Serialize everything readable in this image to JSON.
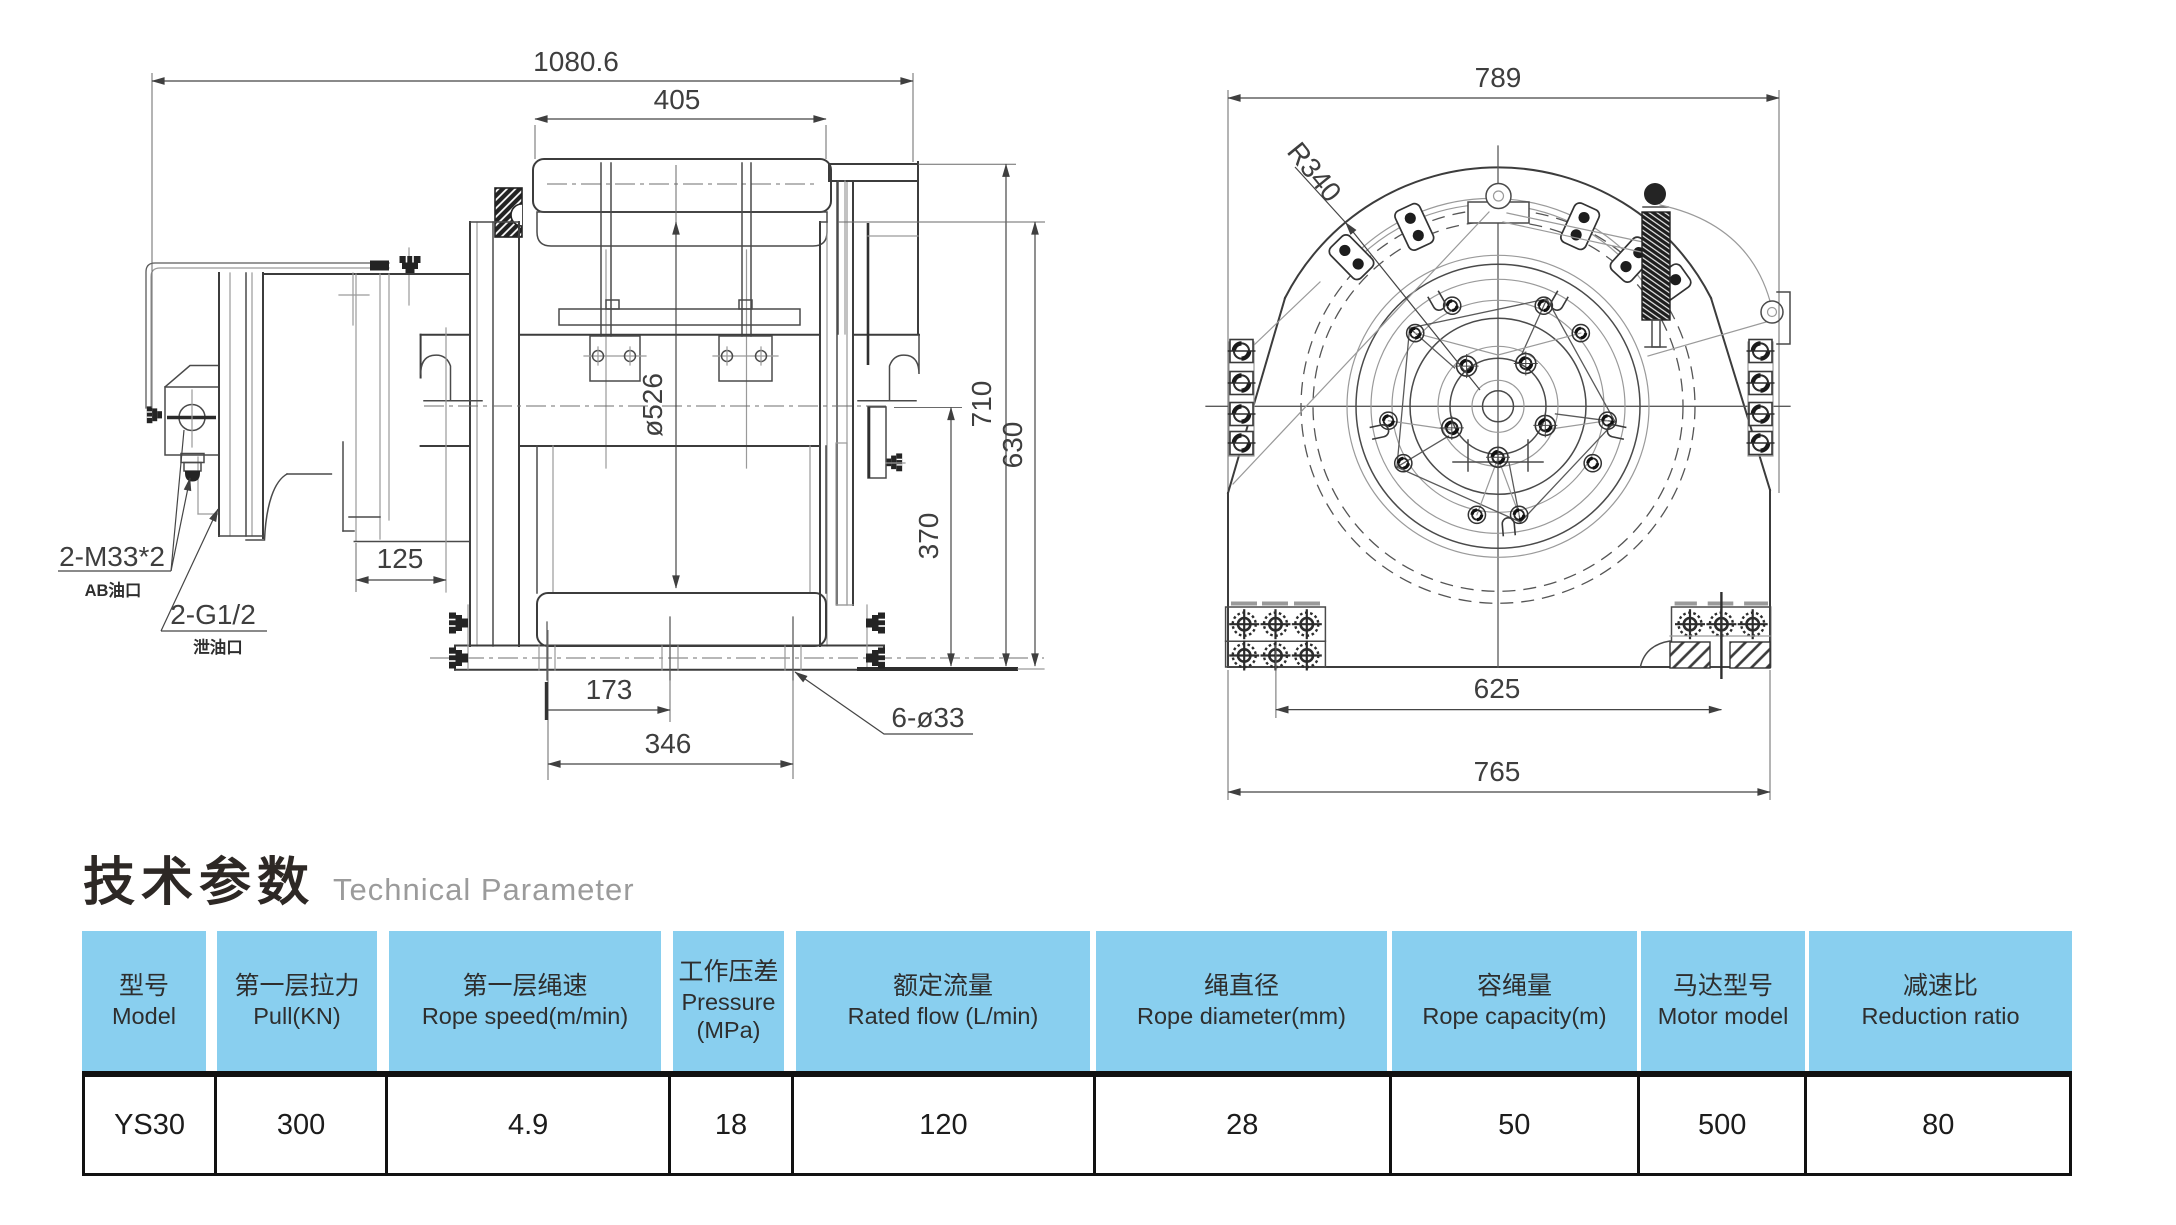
{
  "title": {
    "cn": "技术参数",
    "en": "Technical Parameter"
  },
  "drawing": {
    "left_view": {
      "dim_overall_width": "1080.6",
      "dim_drum_width": "405",
      "dim_flange_diameter": "ø526",
      "dim_gearbox_offset": "125",
      "dim_base_hole_spacing_half": "173",
      "dim_base_hole_spacing": "346",
      "label_base_holes": "6-ø33",
      "label_oil_ports": "2-M33*2",
      "label_oil_ports_sub": "AB油口",
      "label_drain_port": "2-G1/2",
      "label_drain_port_sub": "泄油口",
      "dim_axis_height": "370",
      "dim_total_height": "710",
      "dim_body_height": "630"
    },
    "front_view": {
      "dim_overall_width": "789",
      "dim_brake_radius": "R340",
      "dim_bolt_spacing": "625",
      "dim_base_width": "765"
    }
  },
  "table": {
    "header_bg": "#89cfef",
    "columns": [
      {
        "cn": "型号",
        "en": "Model"
      },
      {
        "cn": "第一层拉力",
        "en": "Pull(KN)"
      },
      {
        "cn": "第一层绳速",
        "en": "Rope speed(m/min)"
      },
      {
        "cn": "工作压差",
        "en": "Pressure",
        "en2": "(MPa)"
      },
      {
        "cn": "额定流量",
        "en": "Rated flow (L/min)"
      },
      {
        "cn": "绳直径",
        "en": "Rope diameter(mm)"
      },
      {
        "cn": "容绳量",
        "en": "Rope capacity(m)"
      },
      {
        "cn": "马达型号",
        "en": "Motor model"
      },
      {
        "cn": "减速比",
        "en": "Reduction ratio"
      }
    ],
    "row": {
      "model": "YS30",
      "pull": "300",
      "rope_speed": "4.9",
      "pressure": "18",
      "rated_flow": "120",
      "rope_diameter": "28",
      "rope_capacity": "50",
      "motor_model": "500",
      "reduction_ratio": "80"
    }
  }
}
